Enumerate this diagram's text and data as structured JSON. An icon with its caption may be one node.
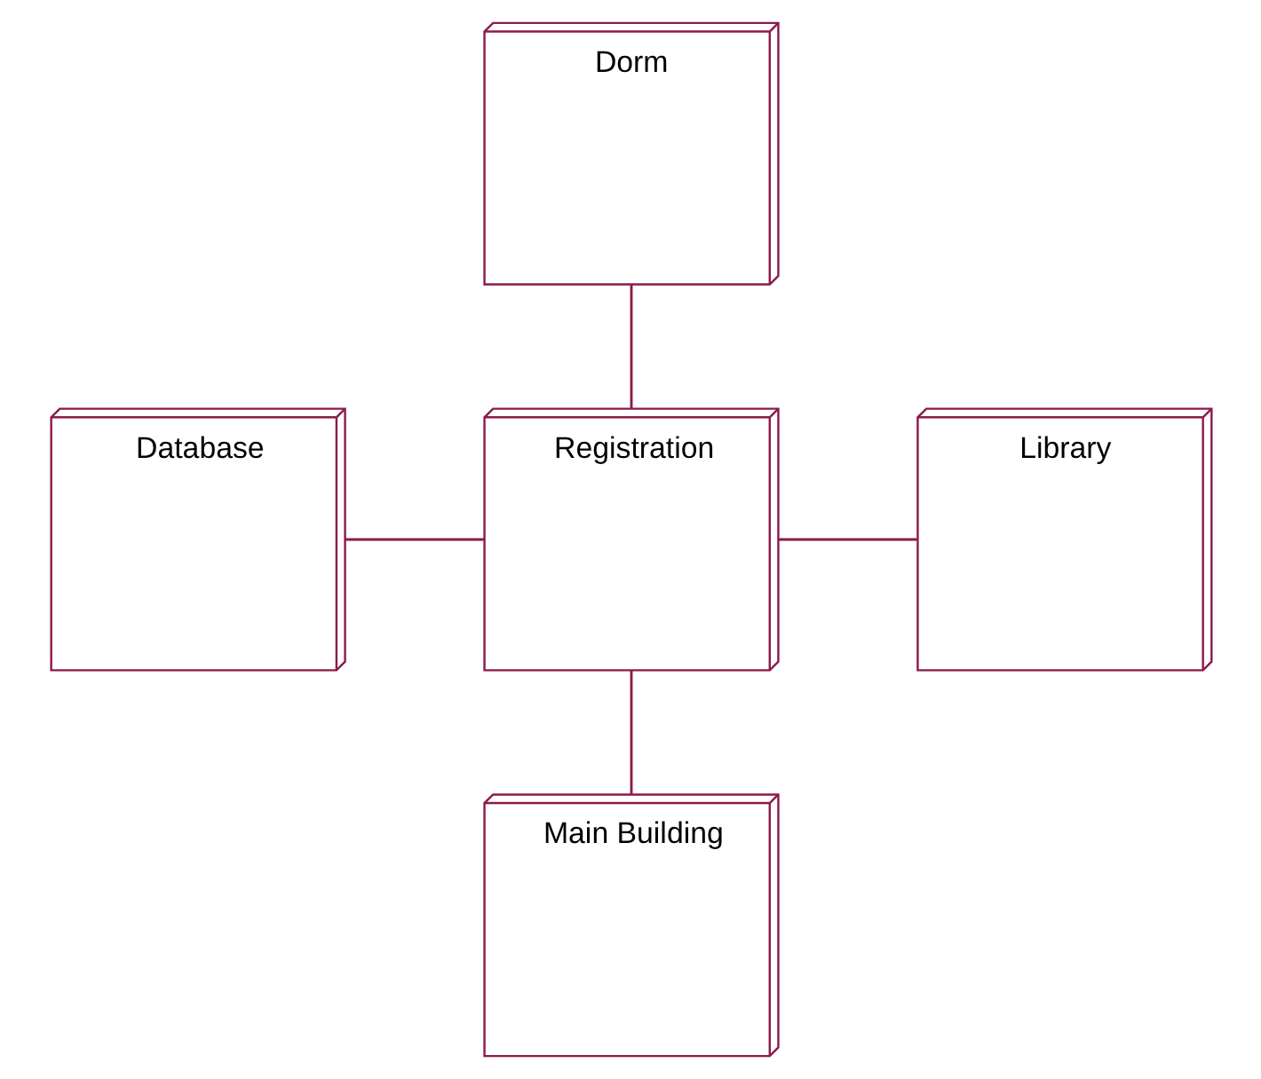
{
  "diagram": {
    "nodes": [
      {
        "text": [
          "Dorm"
        ]
      },
      {
        "text": [
          "Database"
        ]
      },
      {
        "text": [
          "Registration"
        ]
      },
      {
        "text": [
          "Library"
        ]
      },
      {
        "text": [
          "Main Building"
        ]
      }
    ],
    "edges": [
      {
        "from": 0,
        "to": 2,
        "arrow": "none"
      },
      {
        "from": 1,
        "to": 2,
        "arrow": "none"
      },
      {
        "from": 2,
        "to": 3,
        "arrow": "none"
      },
      {
        "from": 2,
        "to": 4,
        "arrow": "none"
      }
    ]
  }
}
